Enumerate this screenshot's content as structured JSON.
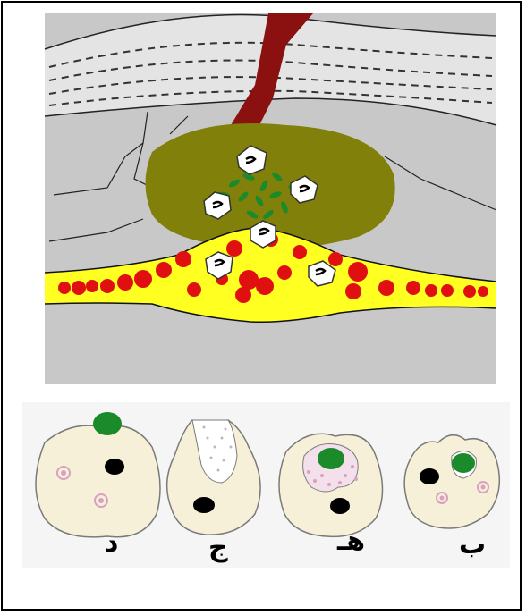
{
  "figure": {
    "colors": {
      "background_tissue": "#c8c8c8",
      "outer_layers": "#e6e6e6",
      "vessel_dark_red": "#8b1010",
      "lesion_olive": "#80800a",
      "bacteria_green": "#1a8a2a",
      "blood_vessel_yellow": "#ffff22",
      "red_blood_cell": "#e01010",
      "cell_cream": "#f7f0d8",
      "cell_outline": "#7a7a7a",
      "nucleus_black": "#000000",
      "vacuole_pink": "#d9a0c0"
    },
    "cells": [
      {
        "id": "d",
        "label": "د"
      },
      {
        "id": "j",
        "label": "ج"
      },
      {
        "id": "h",
        "label": "هـ"
      },
      {
        "id": "b",
        "label": "ب"
      }
    ]
  }
}
